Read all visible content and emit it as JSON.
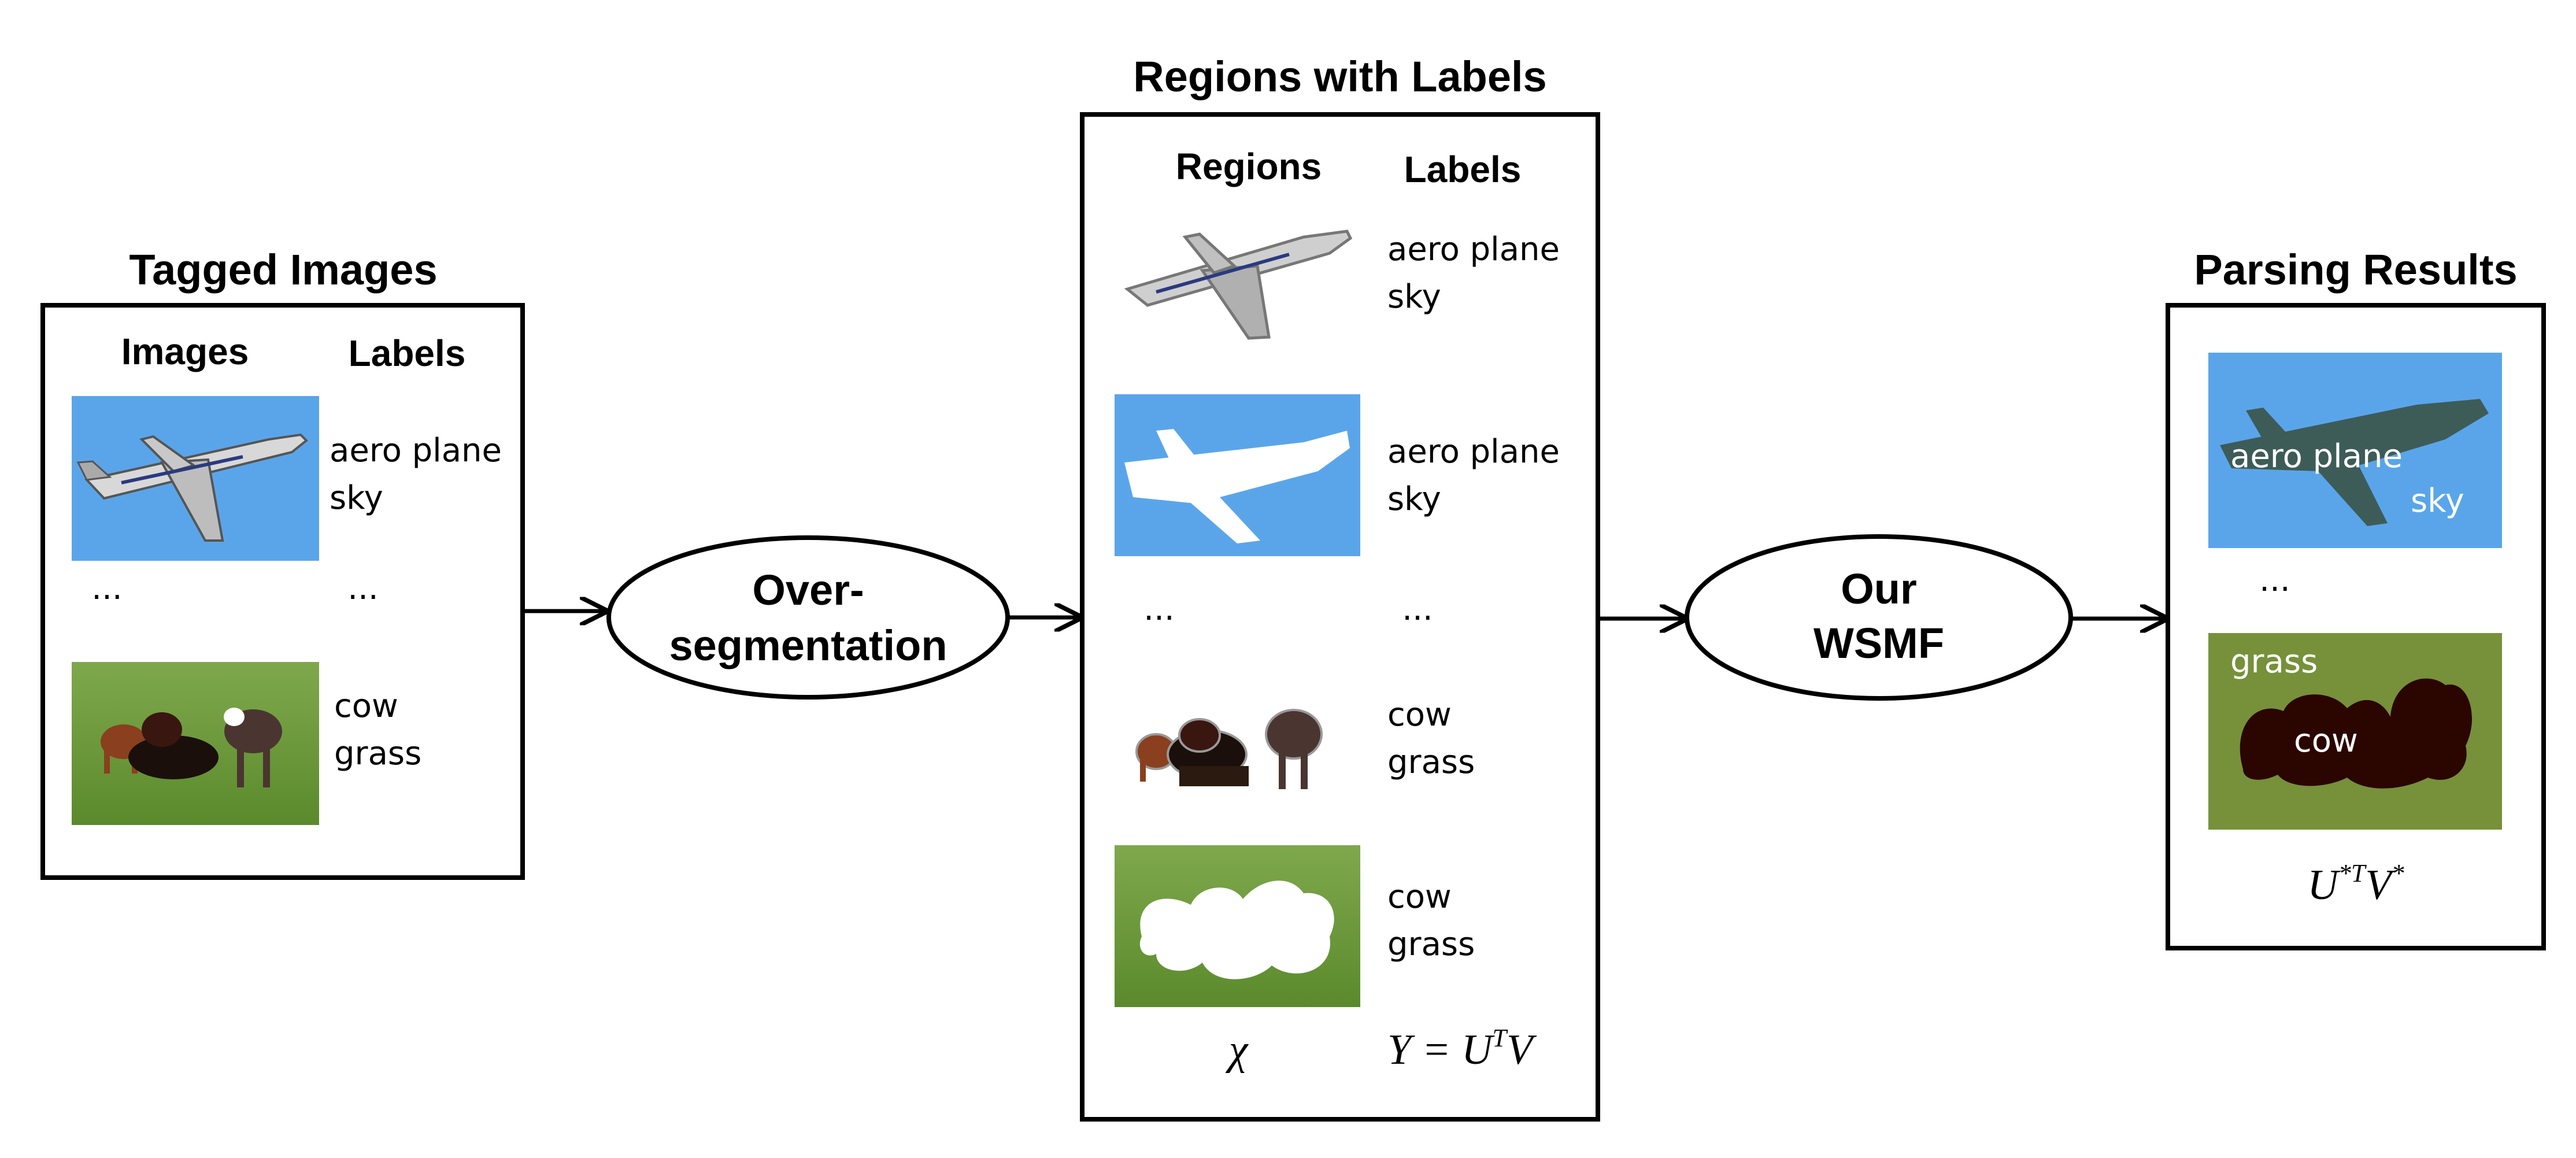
{
  "colors": {
    "sky": "#5aa5ea",
    "grass": "#6c9a3a",
    "grass_result": "#76913a",
    "cow_result": "#2b0500",
    "plane_shadow": "#3d5c58"
  },
  "icons": [
    "right-arrow-icon"
  ],
  "tagged_images": {
    "title": "Tagged Images",
    "col_images": "Images",
    "col_labels": "Labels",
    "row1": {
      "line1": "aero plane",
      "line2": "sky"
    },
    "ellipsis_left": "...",
    "ellipsis_right": "...",
    "row2": {
      "line1": "cow",
      "line2": "grass"
    }
  },
  "oversegmentation": {
    "line1": "Over-",
    "line2": "segmentation"
  },
  "regions": {
    "title": "Regions with Labels",
    "col_regions": "Regions",
    "col_labels": "Labels",
    "row1": {
      "line1": "aero plane",
      "line2": "sky"
    },
    "row2": {
      "line1": "aero plane",
      "line2": "sky"
    },
    "ellipsis_left": "...",
    "ellipsis_right": "...",
    "row3": {
      "line1": "cow",
      "line2": "grass"
    },
    "row4": {
      "line1": "cow",
      "line2": "grass"
    },
    "math_left": "χ",
    "math_right_base": "Y = U",
    "math_right_sup": "T",
    "math_right_tail": "V"
  },
  "wsmf": {
    "line1": "Our",
    "line2": "WSMF"
  },
  "parsing": {
    "title": "Parsing Results",
    "img1_label_main": "aero plane",
    "img1_label_sky": "sky",
    "ellipsis": "...",
    "img2_label_grass": "grass",
    "img2_label_cow": "cow",
    "math_U": "U",
    "math_sup1": "*T",
    "math_V": "V",
    "math_sup2": "*"
  }
}
